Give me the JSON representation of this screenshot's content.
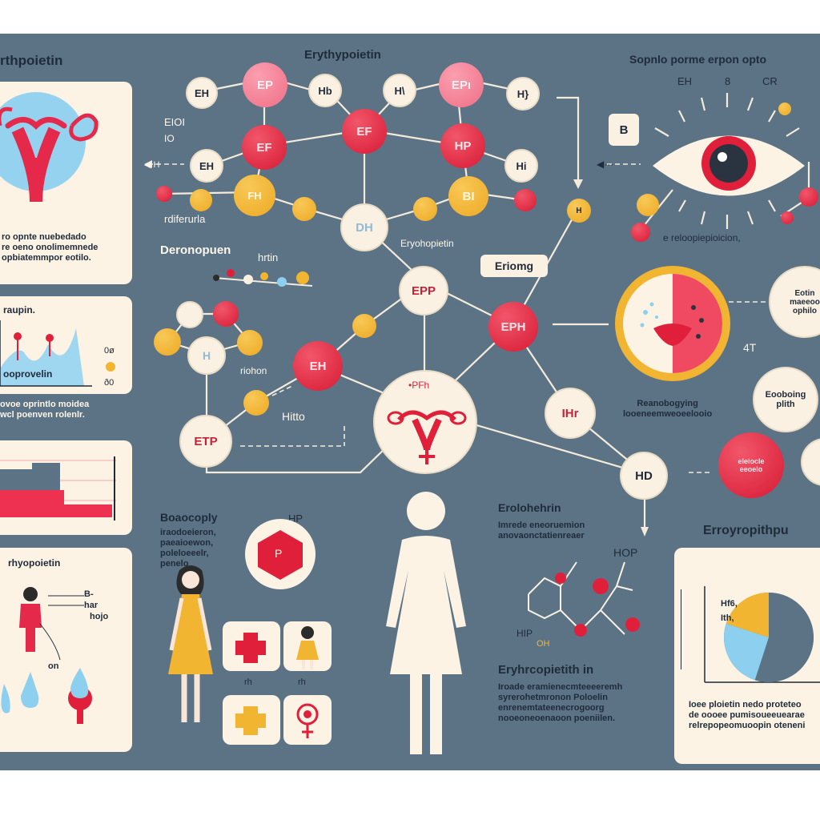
{
  "left_panel": {
    "title": "rthpoietin",
    "uterus_caption": "ro opnte nuebedado\nre oeno onolimemnede\nopbiatemmpor eotilo.",
    "chart2_title": "raupin.",
    "chart2_xlabel": "ooprovelin",
    "chart2_side_values": [
      "0ø",
      "ð0"
    ],
    "section_text": "ovoe oprintlo moidea\nwcl poenven rolenlr.",
    "card4_title": "rhyopoietin",
    "card4_labels": [
      "B-",
      "har",
      "hojo",
      "on"
    ]
  },
  "center": {
    "top_title": "Erythypoietin",
    "top_nodes": [
      "EH",
      "EP",
      "Hb",
      "H\\",
      "EPı",
      "H}"
    ],
    "mid_nodes": [
      "EF",
      "EF",
      "HP",
      "Hi",
      "BI",
      "EH"
    ],
    "left_labels": [
      "EIOI",
      "IO",
      "◀ H",
      "rdiferurla"
    ],
    "dh_node": "DH",
    "under_dh": "Eryohopietin",
    "deronopuen": "Deronopuen",
    "hrtin": "hrtin",
    "eriomg": "Eriomg",
    "epp": "EPP",
    "eph": "EPH",
    "ehnode": "EH",
    "hothon": "riohon",
    "hitto": "Hitto",
    "etp": "ETP",
    "pfh_center": "•PFh",
    "ihr": "IHr",
    "hd": "HD",
    "h_small": "H",
    "bottom_left_title": "Boaocoply",
    "bottom_left_text": "iraodoeieron,\npaeaioewon,\npoleloeeelr,\npenelo",
    "hp_label": "HP",
    "p_center": "P",
    "rh_labels": [
      "rh",
      "rh"
    ],
    "erolohetin": "Erolohehrin",
    "erolohetin_text": "Imrede eneoruemion\nanovaonctatienreaer",
    "hop": "HOP",
    "hip": "HIP",
    "oh": "OH",
    "ery_title": "Eryhrcopietith in",
    "ery_text": "Iroade eramienecmteeeeremh\nsyrerohetmronon Poloelin\nenrenemtateenecrogoorg\nnooeoneoenaoon poeniilen."
  },
  "right": {
    "top_title": "Sopnlo porme erpon opto",
    "top_labels": [
      "EH",
      "8",
      "CR"
    ],
    "b_label": "B",
    "arrow_label": "◀···",
    "reloop_text": "e reloopiepioicion,",
    "circle_text1": "Eotin\nmaeeoo\nophilo",
    "at_label": "4T",
    "reaod_text": "Reanobogying\nlooeneemweoeelooio",
    "circle_text2": "Eooboing\nplith",
    "red_node_text": "eleiocle\neeoelo",
    "chart_title": "Erroyropithpu",
    "chart_labels": [
      "Hf6,",
      "Ith,"
    ],
    "chart_caption": "Ioee ploietin nedo proteteo\nde oooee pumisoueeuearae\nrelrepopeomuoopin oteneni"
  },
  "chart_data": {
    "type": "pie",
    "title": "Erroyropithpu",
    "series": [
      {
        "name": "Hf6,",
        "value": 55
      },
      {
        "name": "Ith,",
        "value": 25
      },
      {
        "name": "",
        "value": 20
      }
    ]
  },
  "colors": {
    "background": "#5b7385",
    "panel": "#fcf3e4",
    "red": "#e0203a",
    "pink": "#f4879b",
    "yellow": "#f2b531",
    "blue": "#8ccfee"
  }
}
